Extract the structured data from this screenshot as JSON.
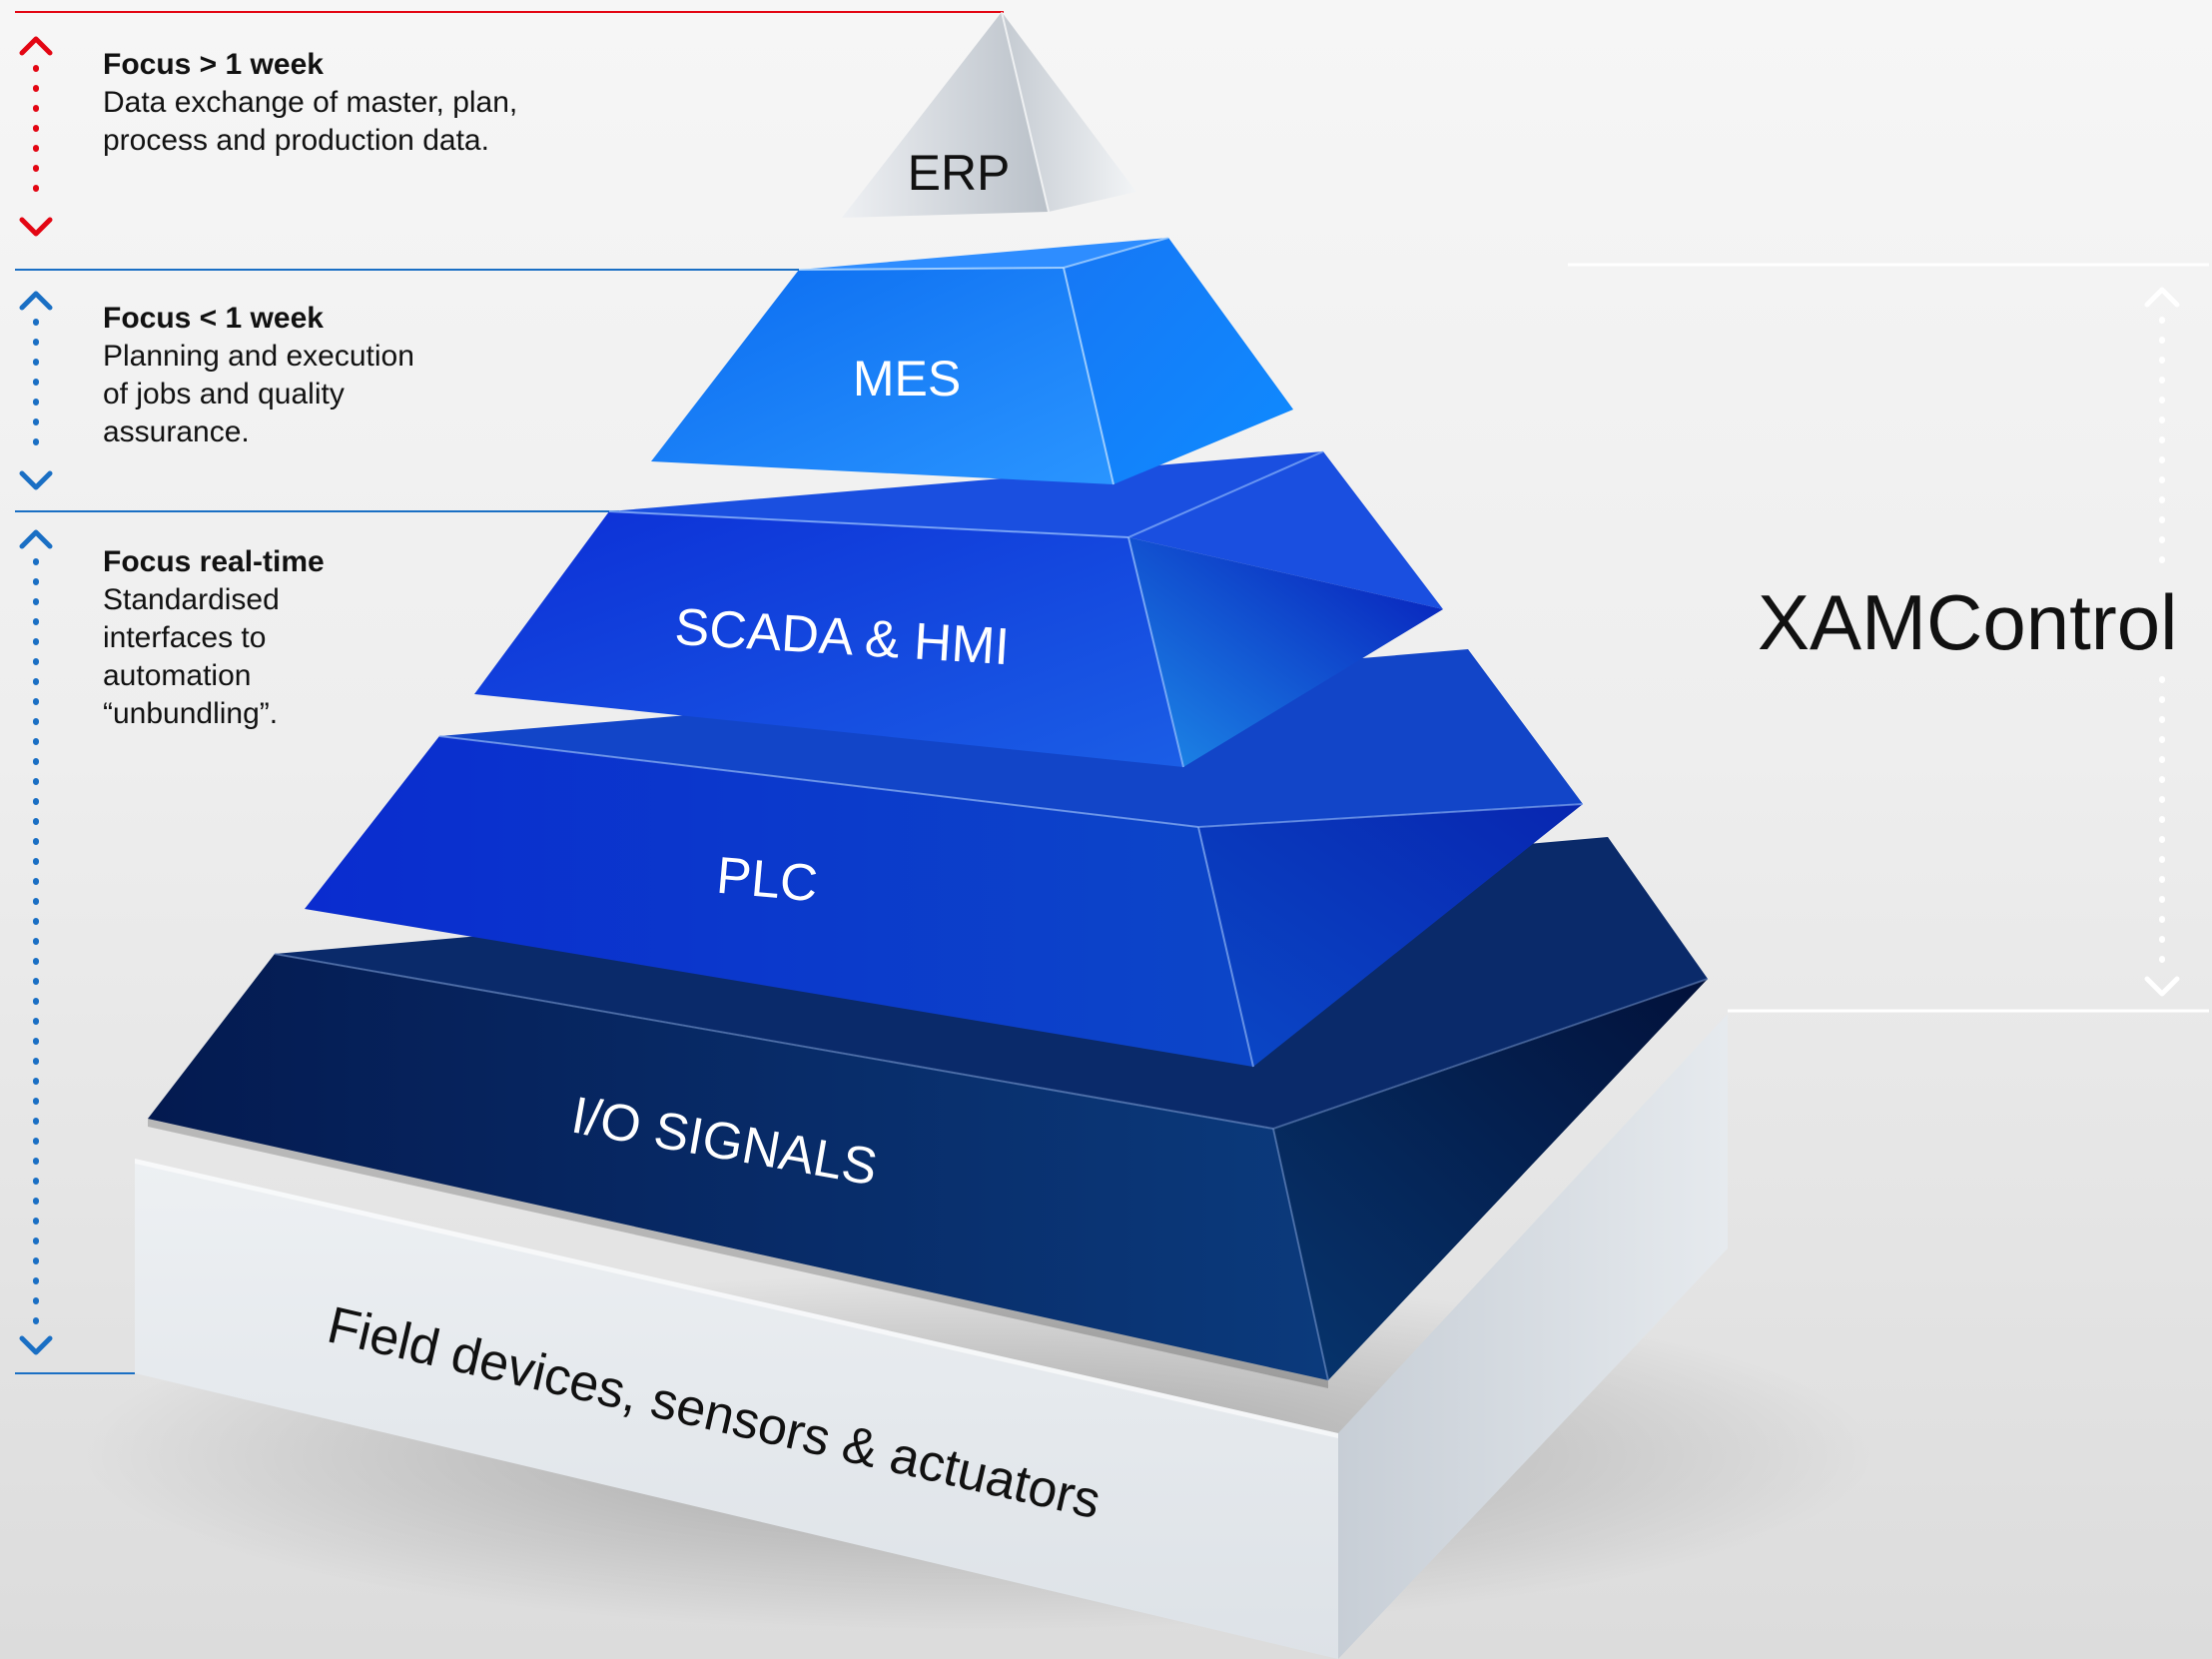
{
  "brand": {
    "title": "XAMControl"
  },
  "focus_levels": [
    {
      "heading": "Focus > 1 week",
      "text": "Data exchange of master, plan,\nprocess and production data.",
      "color": "#e30613"
    },
    {
      "heading": "Focus < 1 week",
      "text": "Planning and execution\nof jobs and quality\nassurance.",
      "color": "#1a6fc4"
    },
    {
      "heading": "Focus real-time",
      "text": "Standardised\ninterfaces to\nautomation\n“unbundling”.",
      "color": "#1a6fc4"
    }
  ],
  "pyramid": {
    "layers": [
      {
        "label": "ERP"
      },
      {
        "label": "MES"
      },
      {
        "label": "SCADA & HMI"
      },
      {
        "label": "PLC"
      },
      {
        "label": "I/O SIGNALS"
      },
      {
        "label": "Field devices, sensors & actuators"
      }
    ]
  },
  "colors": {
    "erp": "#c9ced4",
    "mes": "#1e88ff",
    "scada": "#0a3fd8",
    "plc": "#0d3fcf",
    "io": "#07266a",
    "base": "#e4e8ec",
    "red_marker": "#e30613",
    "blue_marker": "#1a6fc4"
  }
}
